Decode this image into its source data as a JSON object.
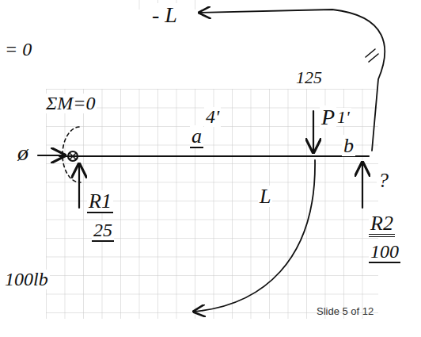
{
  "diagram": {
    "labels": [
      "= 0",
      "- L",
      "ΣM=0",
      "4'",
      "a",
      "125",
      "P",
      "1'",
      "b",
      "ø",
      "?",
      "R1",
      "25",
      "L",
      "R2",
      "100",
      "100lb",
      "Slide 5 of 12"
    ]
  }
}
